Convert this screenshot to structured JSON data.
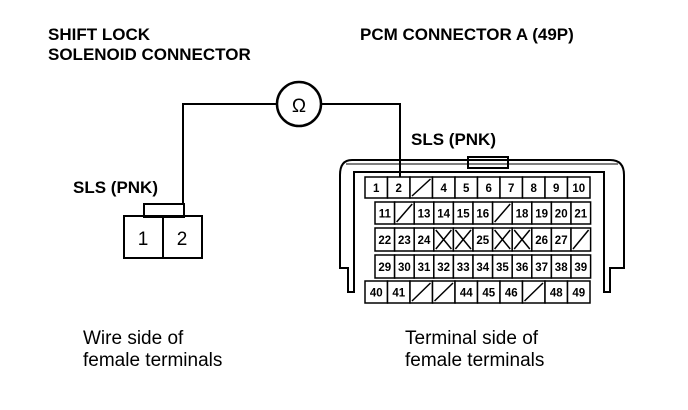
{
  "left_connector": {
    "title_line1": "SHIFT LOCK",
    "title_line2": "SOLENOID CONNECTOR",
    "wire_label": "SLS (PNK)",
    "pins": [
      "1",
      "2"
    ],
    "caption_line1": "Wire side of",
    "caption_line2": "female terminals"
  },
  "right_connector": {
    "title": "PCM CONNECTOR A (49P)",
    "wire_label": "SLS (PNK)",
    "caption_line1": "Terminal side of",
    "caption_line2": "female terminals",
    "rows": [
      [
        "1",
        "2",
        "/",
        "4",
        "5",
        "6",
        "7",
        "8",
        "9",
        "10"
      ],
      [
        "11",
        "/",
        "13",
        "14",
        "15",
        "16",
        "/",
        "18",
        "19",
        "20",
        "21"
      ],
      [
        "22",
        "23",
        "24",
        "X",
        "X",
        "25",
        "X",
        "X",
        "26",
        "27",
        "/"
      ],
      [
        "29",
        "30",
        "31",
        "32",
        "33",
        "34",
        "35",
        "36",
        "37",
        "38",
        "39"
      ],
      [
        "40",
        "41",
        "/",
        "/",
        "44",
        "45",
        "46",
        "/",
        "48",
        "49"
      ]
    ]
  },
  "meter": {
    "symbol": "Ω",
    "icon": "ohmmeter-icon"
  }
}
